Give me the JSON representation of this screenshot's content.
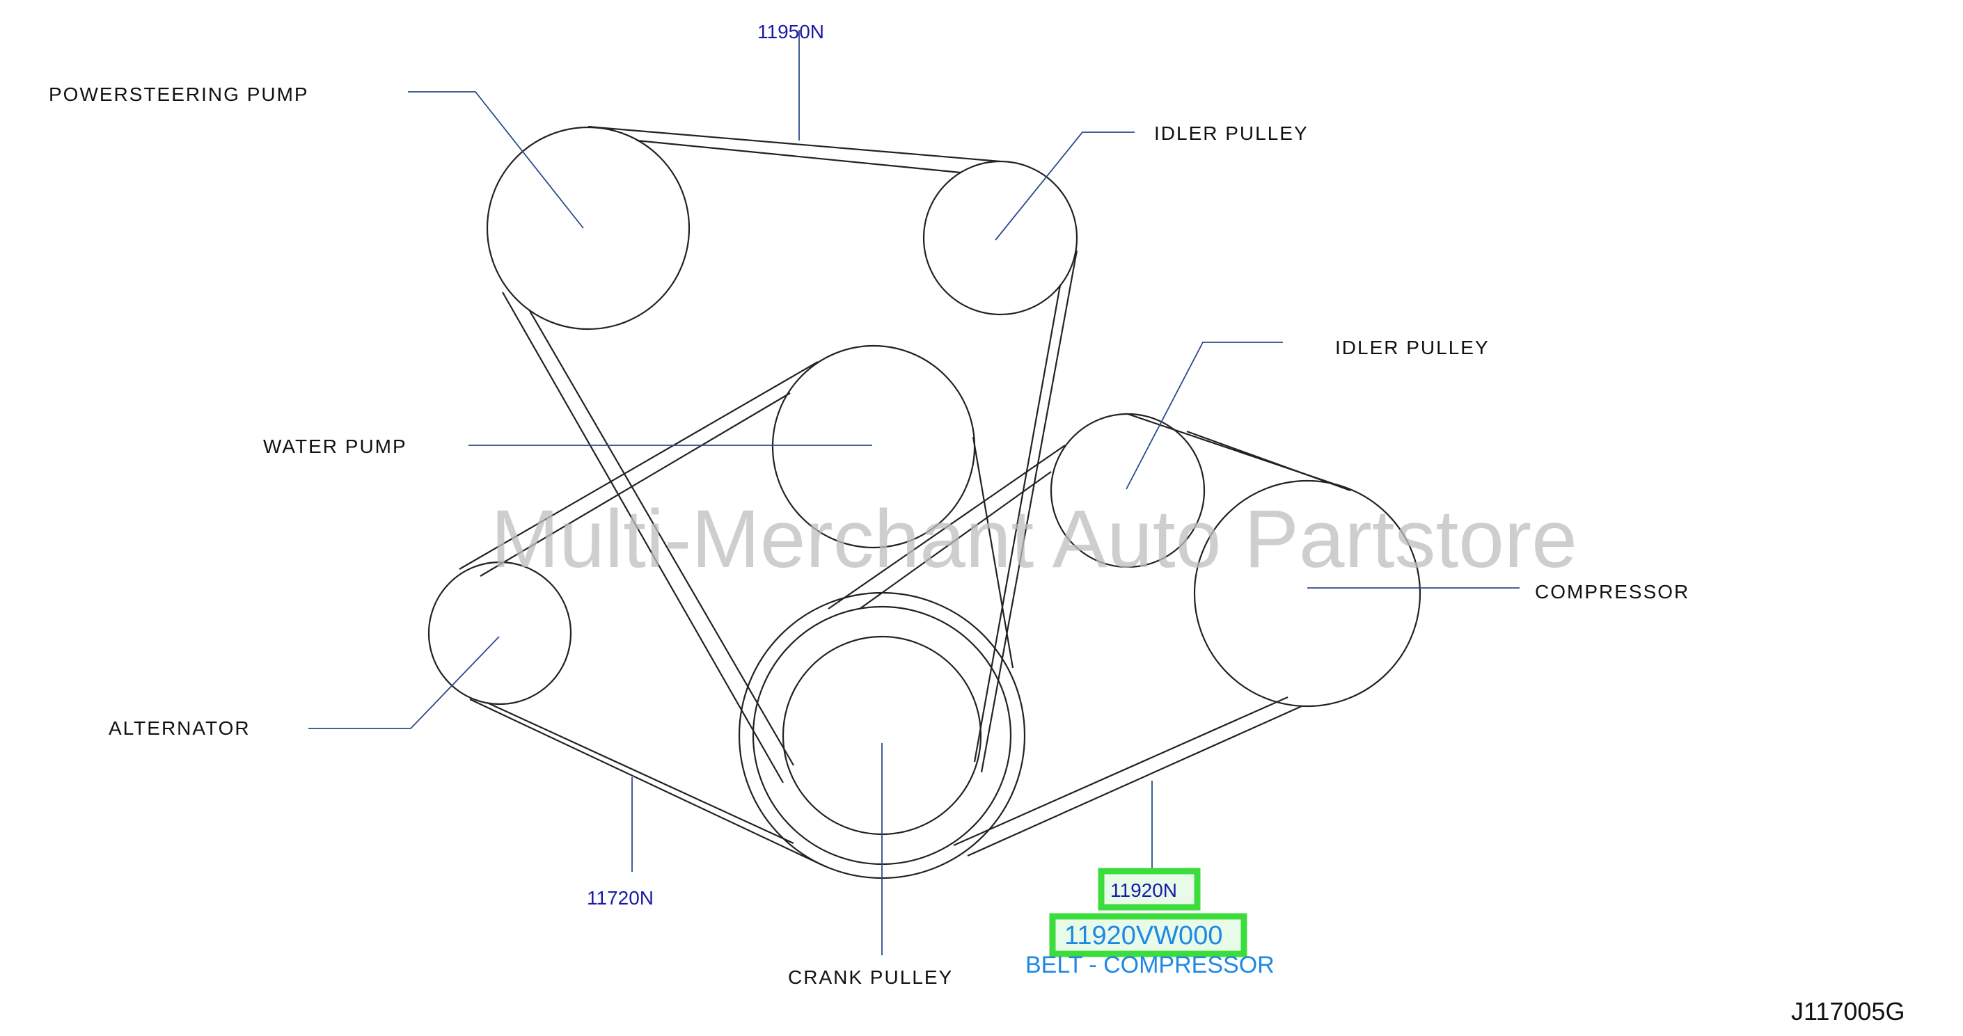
{
  "labels": {
    "powersteering_pump": "POWERSTEERING  PUMP",
    "idler_pulley_top": "IDLER  PULLEY",
    "idler_pulley_right": "IDLER  PULLEY",
    "water_pump": "WATER  PUMP",
    "compressor": "COMPRESSOR",
    "alternator": "ALTERNATOR",
    "crank_pulley": "CRANK  PULLEY"
  },
  "part_numbers": {
    "belt_top": "11950N",
    "belt_left": "11720N",
    "belt_compressor": "11920N"
  },
  "highlight": {
    "part_code": "11920VW000",
    "description": "BELT - COMPRESSOR"
  },
  "watermark": "Multi-Merchant Auto Partstore",
  "diagram_code": "J117005G",
  "colors": {
    "highlight_border": "#3ddc3d",
    "part_number_text": "#1a1aa6",
    "highlight_text": "#1e88e5",
    "watermark": "#bdbdbd"
  }
}
